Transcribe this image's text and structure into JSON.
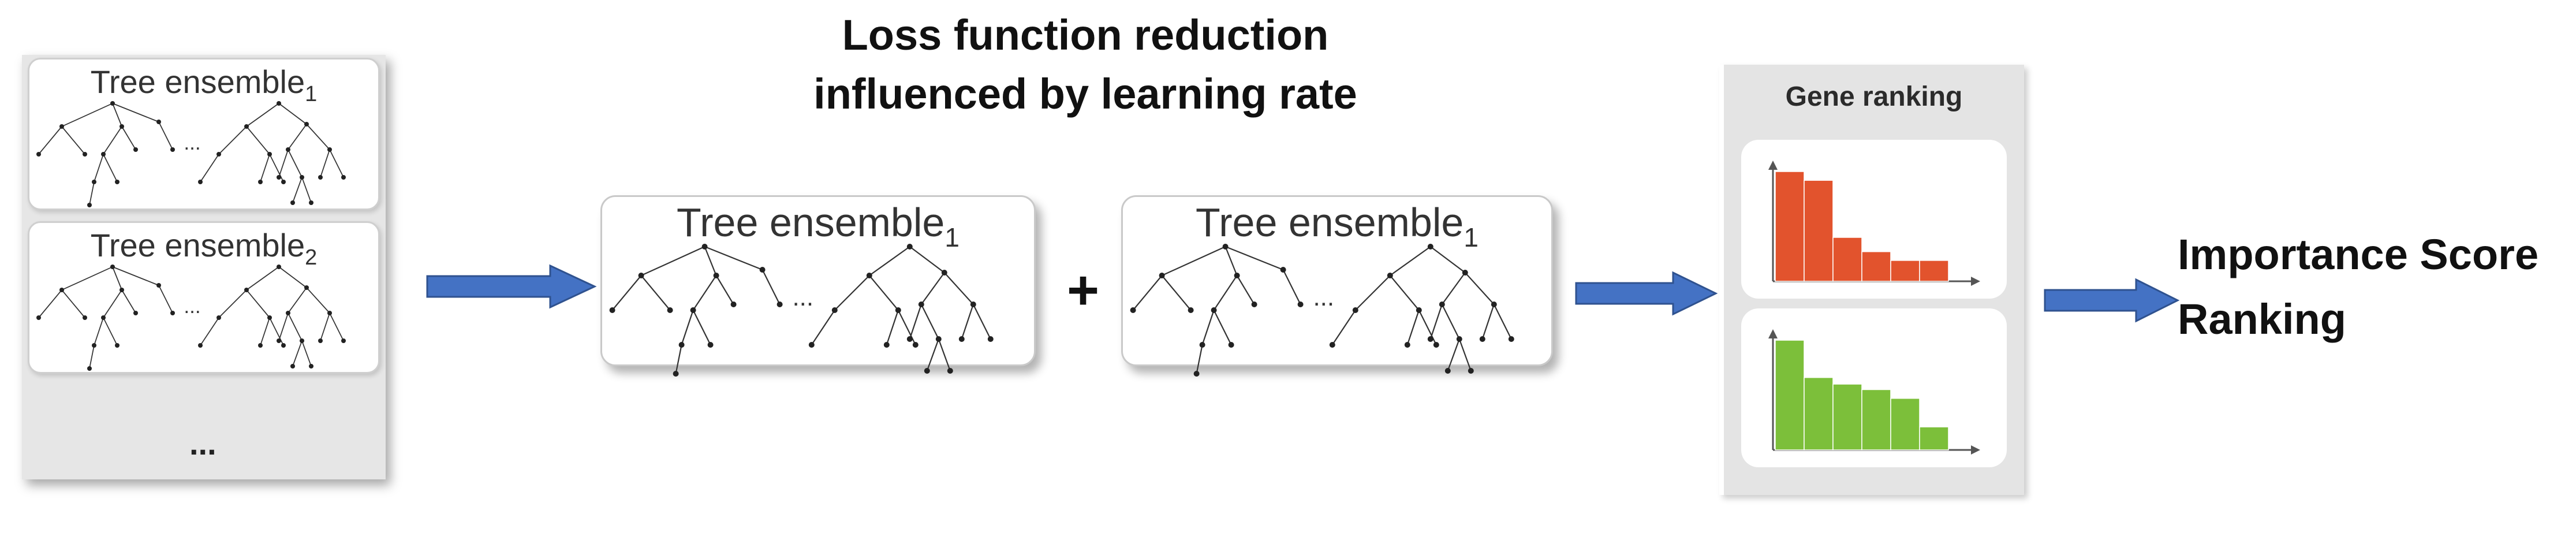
{
  "heading": {
    "line1": "Loss function reduction",
    "line2": "influenced by learning rate"
  },
  "left_stack": {
    "card1": {
      "title": "Tree ensemble",
      "sub": "1"
    },
    "card2": {
      "title": "Tree ensemble",
      "sub": "2"
    },
    "ellipsis": "..."
  },
  "middle": {
    "card_a": {
      "title": "Tree ensemble",
      "sub": "1"
    },
    "card_b": {
      "title": "Tree ensemble",
      "sub": "1"
    },
    "plus": "+"
  },
  "tree_ellipsis": "...",
  "gene_panel": {
    "title": "Gene ranking",
    "charts": [
      {
        "color": "#e2532d",
        "values": [
          100,
          92,
          40,
          27,
          19,
          19
        ]
      },
      {
        "color": "#7cbf3a",
        "values": [
          100,
          66,
          60,
          55,
          47,
          21
        ]
      }
    ]
  },
  "result": {
    "line1": "Importance Score",
    "line2": "Ranking"
  },
  "colors": {
    "arrow": "#4472c4",
    "arrow_stroke": "#2f528f"
  }
}
